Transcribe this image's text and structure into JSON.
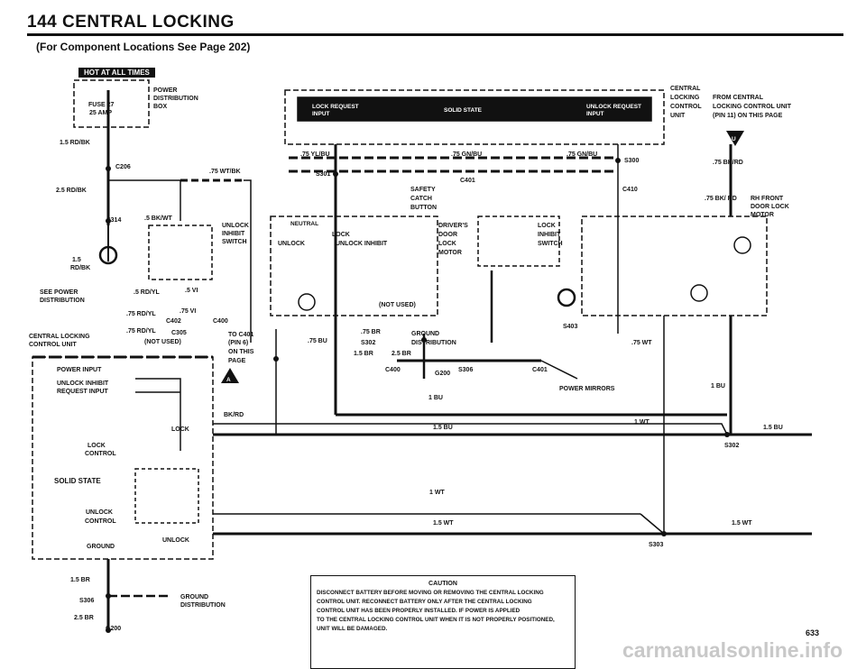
{
  "header": {
    "title": "144  CENTRAL LOCKING",
    "subtitle": "(For Component Locations See Page 202)"
  },
  "hot_label": "HOT AT ALL TIMES",
  "labels": {
    "power_dist_1": "POWER",
    "power_dist_2": "DISTRIBUTION",
    "power_dist_3": "BOX",
    "fuse": "FUSE 27",
    "fuse_amp": "25 AMP",
    "w_15rdbk": "1.5 RD/BK",
    "c206": "C206",
    "w_25rdbk": "2.5 RD/BK",
    "w_75wtbk": ".75 WT/BK",
    "s314": "S314",
    "w_5bkwt": ".5 BK/WT",
    "unlock_inhibit_switch_1": "UNLOCK",
    "unlock_inhibit_switch_2": "INHIBIT",
    "unlock_inhibit_switch_3": "SWITCH",
    "w_15rdbk_b": "1.5",
    "w_15rdbk_c": "RD/BK",
    "see_power_1": "SEE POWER",
    "see_power_2": "DISTRIBUTION",
    "w_5rdyl": ".5 RD/YL",
    "w_5vi": ".5 VI",
    "w_75rdyl_1": ".75 RD/YL",
    "w_75vi": ".75 VI",
    "c402": "C402",
    "c400": "C400",
    "w_75rdyl_2": ".75 RD/YL",
    "c305": "C305",
    "not_used": "(NOT USED)",
    "ccu_1": "CENTRAL LOCKING",
    "ccu_2": "CONTROL UNIT",
    "to_c401_1": "TO C401",
    "to_c401_2": "(PIN 6)",
    "to_c401_3": "ON THIS",
    "to_c401_4": "PAGE",
    "power_input": "POWER INPUT",
    "unlock_inhibit_req_1": "UNLOCK INHIBIT",
    "unlock_inhibit_req_2": "REQUEST INPUT",
    "lock": "LOCK",
    "lock_control_1": "LOCK",
    "lock_control_2": "CONTROL",
    "solid_state": "SOLID STATE",
    "unlock_control_1": "UNLOCK",
    "unlock_control_2": "CONTROL",
    "unlock": "UNLOCK",
    "ground": "GROUND",
    "w_75bkrd": "BK/RD",
    "w_15br": "1.5 BR",
    "s306": "S306",
    "w_25br": "2.5 BR",
    "g200": "G200",
    "ground_dist_1": "GROUND",
    "ground_dist_2": "DISTRIBUTION",
    "lock_request_1": "LOCK REQUEST",
    "lock_request_2": "INPUT",
    "solid_state_2": "SOLID STATE",
    "unlock_request_1": "UNLOCK REQUEST",
    "unlock_request_2": "INPUT",
    "ccu_right_1": "CENTRAL",
    "ccu_right_2": "LOCKING",
    "ccu_right_3": "CONTROL",
    "ccu_right_4": "UNIT",
    "from_ccu_1": "FROM CENTRAL",
    "from_ccu_2": "LOCKING CONTROL UNIT",
    "from_ccu_3": "(PIN 11) ON THIS PAGE",
    "w_75ylbu": ".75 YL/BU",
    "w_75gnbu": ".75 GN/BU",
    "w_75gnbu_2": ".75 GN/BU",
    "s300": "S300",
    "s301": "S301",
    "c401": "C401",
    "safety_catch_1": "SAFETY",
    "safety_catch_2": "CATCH",
    "safety_catch_3": "BUTTON",
    "drivers_door_1": "DRIVER'S",
    "drivers_door_2": "DOOR",
    "drivers_door_3": "LOCK",
    "drivers_door_4": "MOTOR",
    "lock_inhibit_1": "LOCK",
    "lock_inhibit_2": "INHIBIT",
    "lock_inhibit_3": "SWITCH",
    "c410": "C410",
    "rh_front_1": "RH FRONT",
    "rh_front_2": "DOOR LOCK",
    "rh_front_3": "MOTOR",
    "w_75bkrd_2": ".75 BK/RD",
    "w_75bkrd_3": ".75  BK/ RD",
    "neutral": "NEUTRAL",
    "lock_b": "LOCK",
    "unlock_inhibit": "UNLOCK INHIBIT",
    "unlock_b": "UNLOCK",
    "not_used_2": "(NOT USED)",
    "w_75br": ".75 BR",
    "s302": "S302",
    "ground_dist_3": "GROUND",
    "ground_dist_4": "DISTRIBUTION",
    "w_75bu": ".75 BU",
    "w_15br_2": "1.5 BR",
    "w_25br_2": "2.5 BR",
    "c400_b": "C400",
    "g200_b": "G200",
    "s306_b": "S306",
    "c401_b": "C401",
    "s403": "S403",
    "power_mirrors": "POWER MIRRORS",
    "w_1bu": "1 BU",
    "w_15bu": "1.5 BU",
    "w_1wt": "1 WT",
    "w_15wt": "1.5 WT",
    "s303": "S303",
    "w_75wt": ".75 WT",
    "s302_b": "S302"
  },
  "caution": {
    "heading": "CAUTION",
    "line1": "DISCONNECT BATTERY BEFORE MOVING OR REMOVING THE CENTRAL LOCKING",
    "line2": "CONTROL UNIT. RECONNECT BATTERY ONLY AFTER THE CENTRAL LOCKING",
    "line3": "CONTROL UNIT HAS BEEN PROPERLY INSTALLED. IF POWER IS APPLIED",
    "line4": "TO THE CENTRAL LOCKING CONTROL UNIT WHEN IT IS NOT PROPERLY POSITIONED,",
    "line5": "UNIT WILL BE DAMAGED."
  },
  "page_number": "633",
  "watermark": "carmanualsonline.info"
}
